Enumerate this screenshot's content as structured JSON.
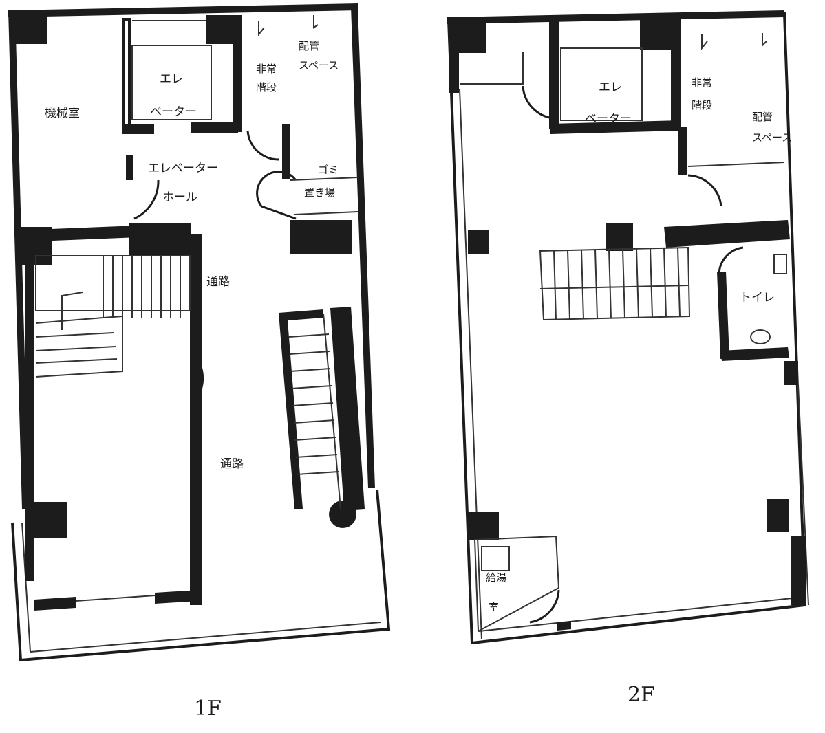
{
  "floors": [
    {
      "id": "1F",
      "label": "1F",
      "rooms": {
        "elevator": [
          "エレ",
          "ベーター"
        ],
        "elevator_hall": [
          "エレベーター",
          "ホール"
        ],
        "machine_room": "機械室",
        "stairs_emergency": [
          "非常",
          "階段"
        ],
        "garbage": [
          "ゴミ",
          "置き場"
        ],
        "passage": "通路",
        "passage2": "通路",
        "piping": [
          "配管",
          "スペース"
        ]
      }
    },
    {
      "id": "2F",
      "label": "2F",
      "rooms": {
        "elevator": [
          "エレ",
          "ベーター"
        ],
        "stairs_emergency": [
          "非常",
          "階段"
        ],
        "piping": [
          "配管",
          "スペース"
        ],
        "toilet": "トイレ",
        "kitchen": [
          "給湯",
          "室"
        ]
      }
    }
  ]
}
